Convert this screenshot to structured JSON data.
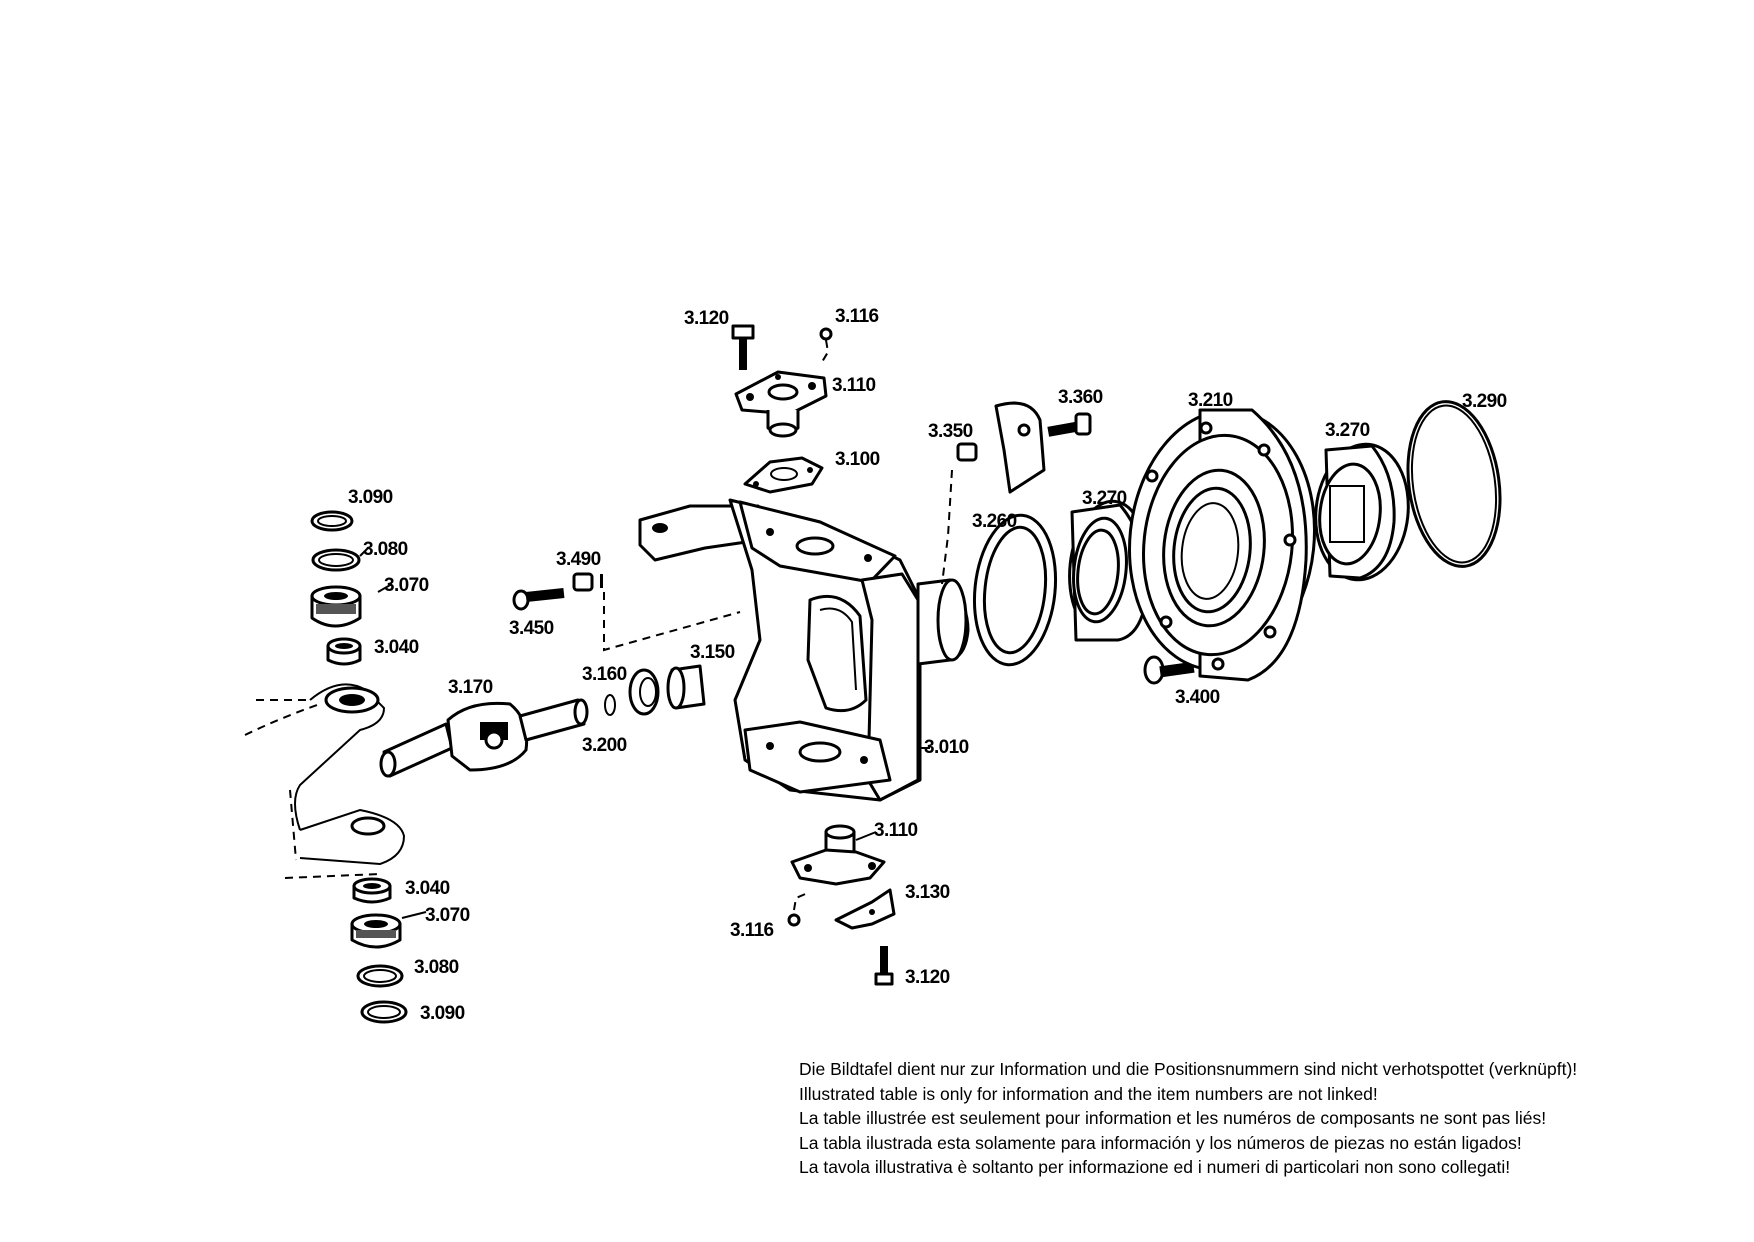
{
  "labels": {
    "l3120_top": "3.120",
    "l3116_top": "3.116",
    "l3110_top": "3.110",
    "l3100": "3.100",
    "l3350": "3.350",
    "l3360": "3.360",
    "l3210": "3.210",
    "l3290": "3.290",
    "l3270_right": "3.270",
    "l3270_left": "3.270",
    "l3260": "3.260",
    "l3090_top": "3.090",
    "l3080_top": "3.080",
    "l3070_top": "3.070",
    "l3040_top": "3.040",
    "l3490": "3.490",
    "l3450": "3.450",
    "l3170": "3.170",
    "l3160": "3.160",
    "l3150": "3.150",
    "l3200": "3.200",
    "l3010": "3.010",
    "l3400": "3.400",
    "l3110_bottom": "3.110",
    "l3130": "3.130",
    "l3116_bottom": "3.116",
    "l3120_bottom": "3.120",
    "l3040_bottom": "3.040",
    "l3070_bottom": "3.070",
    "l3080_bottom": "3.080",
    "l3090_bottom": "3.090"
  },
  "disclaimer": {
    "de": "Die Bildtafel dient nur zur Information und die Positionsnummern sind nicht verhotspottet (verknüpft)!",
    "en": "Illustrated table is only for information and the item numbers are not linked!",
    "fr": "La table illustrée est seulement pour information et les numéros de composants ne sont pas liés!",
    "es": "La tabla ilustrada esta solamente para información y los números de piezas no están ligados!",
    "it": "La tavola illustrativa è soltanto per informazione ed i numeri di particolari non sono collegati!"
  }
}
